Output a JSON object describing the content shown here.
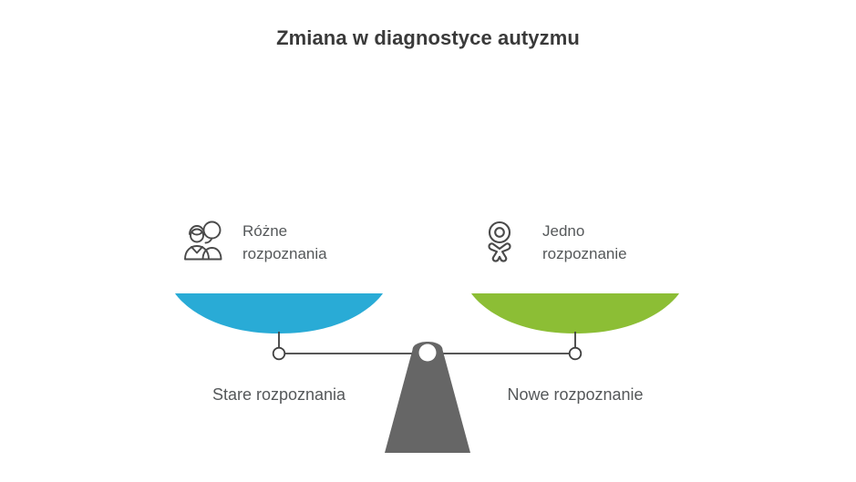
{
  "page": {
    "title": "Zmiana w diagnostyce autyzmu",
    "background_color": "#ffffff"
  },
  "colors": {
    "title_text": "#3a3a3a",
    "body_text": "#55585a",
    "pan_left": "#29abd6",
    "pan_right": "#8cbe35",
    "fulcrum": "#666666",
    "beam_stroke": "#3f3f3f",
    "icon_stroke": "#4a4a4a"
  },
  "left_side": {
    "icon_name": "group-of-people-icon",
    "caption_line1": "Różne",
    "caption_line2": "rozpoznania",
    "pan_label": "Stare rozpoznania",
    "pan_color": "#29abd6"
  },
  "right_side": {
    "icon_name": "single-person-icon",
    "caption_line1": "Jedno",
    "caption_line2": "rozpoznanie",
    "pan_label": "Nowe rozpoznanie",
    "pan_color": "#8cbe35"
  },
  "scale": {
    "fulcrum_name": "balance-fulcrum",
    "pivot_name": "balance-pivot",
    "beam_name": "balance-beam",
    "state": "balanced"
  },
  "chart_data": {
    "type": "diagram",
    "title": "Zmiana w diagnostyce autyzmu",
    "subtype": "balance-scale",
    "categories": [
      "Stare rozpoznania",
      "Nowe rozpoznanie"
    ],
    "series": [
      {
        "name": "Stare rozpoznania",
        "label": "Różne rozpoznania",
        "color": "#29abd6",
        "side": "left",
        "weight": 1
      },
      {
        "name": "Nowe rozpoznanie",
        "label": "Jedno rozpoznanie",
        "color": "#8cbe35",
        "side": "right",
        "weight": 1
      }
    ],
    "legend": [
      "Różne rozpoznania",
      "Jedno rozpoznanie"
    ],
    "annotations": [
      "Stare rozpoznania",
      "Nowe rozpoznanie"
    ],
    "balance_state": "balanced"
  }
}
